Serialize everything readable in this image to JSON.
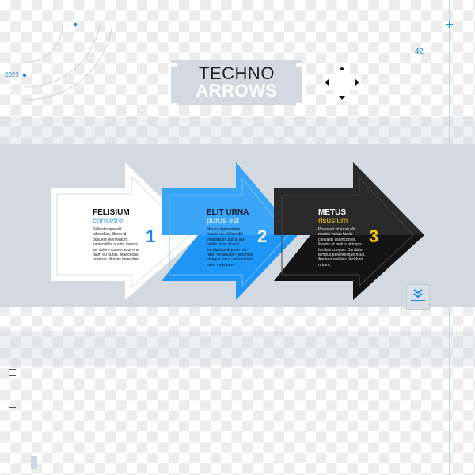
{
  "header": {
    "title_line1": "TECHNO",
    "title_line2": "ARROWS",
    "year_label": "2023",
    "counter_label": "42",
    "dpad_icon": "directional-pad-icon"
  },
  "steps": [
    {
      "number": "1",
      "heading": "FELISIUM",
      "subheading": "consetre",
      "body": "Pellentesque elit bibendum, libero id posuere elementum, sapien felis auctor mauris, vel dolore consectetur erat diam eu purus. Maecenas pulvinar ultricies imperdiet.",
      "fill": "#ffffff",
      "number_color": "#1e88e5"
    },
    {
      "number": "2",
      "heading": "ELIT URNA",
      "subheading": "purus est",
      "body": "Mauris dignissimus, mauris ac sollicitudin vestibulum, purus est mollis urna, at wisi tincidunt ante justo nec nibh. Vestibulum hendrerit tristique lacus, ut tincidunt tortor vulputate.",
      "fill": "#1e96f5",
      "number_color": "#ffffff"
    },
    {
      "number": "3",
      "heading": "METUS",
      "subheading": "risusium",
      "body": "Praesent sit amet elit mauris varius turpis convallis ullamcorper. Mauris et metus at turpis facilisis congue. Curabitur tempus pellentesque risus. Aenean sodales tincidunt rutrum.",
      "fill": "#222222",
      "number_color": "#f5c518"
    }
  ],
  "badge": {
    "icon": "double-chevron-down-icon"
  },
  "colors": {
    "accent_blue": "#1e88e5",
    "band_gray": "#d3d9e1",
    "accent_yellow": "#f5c518"
  }
}
